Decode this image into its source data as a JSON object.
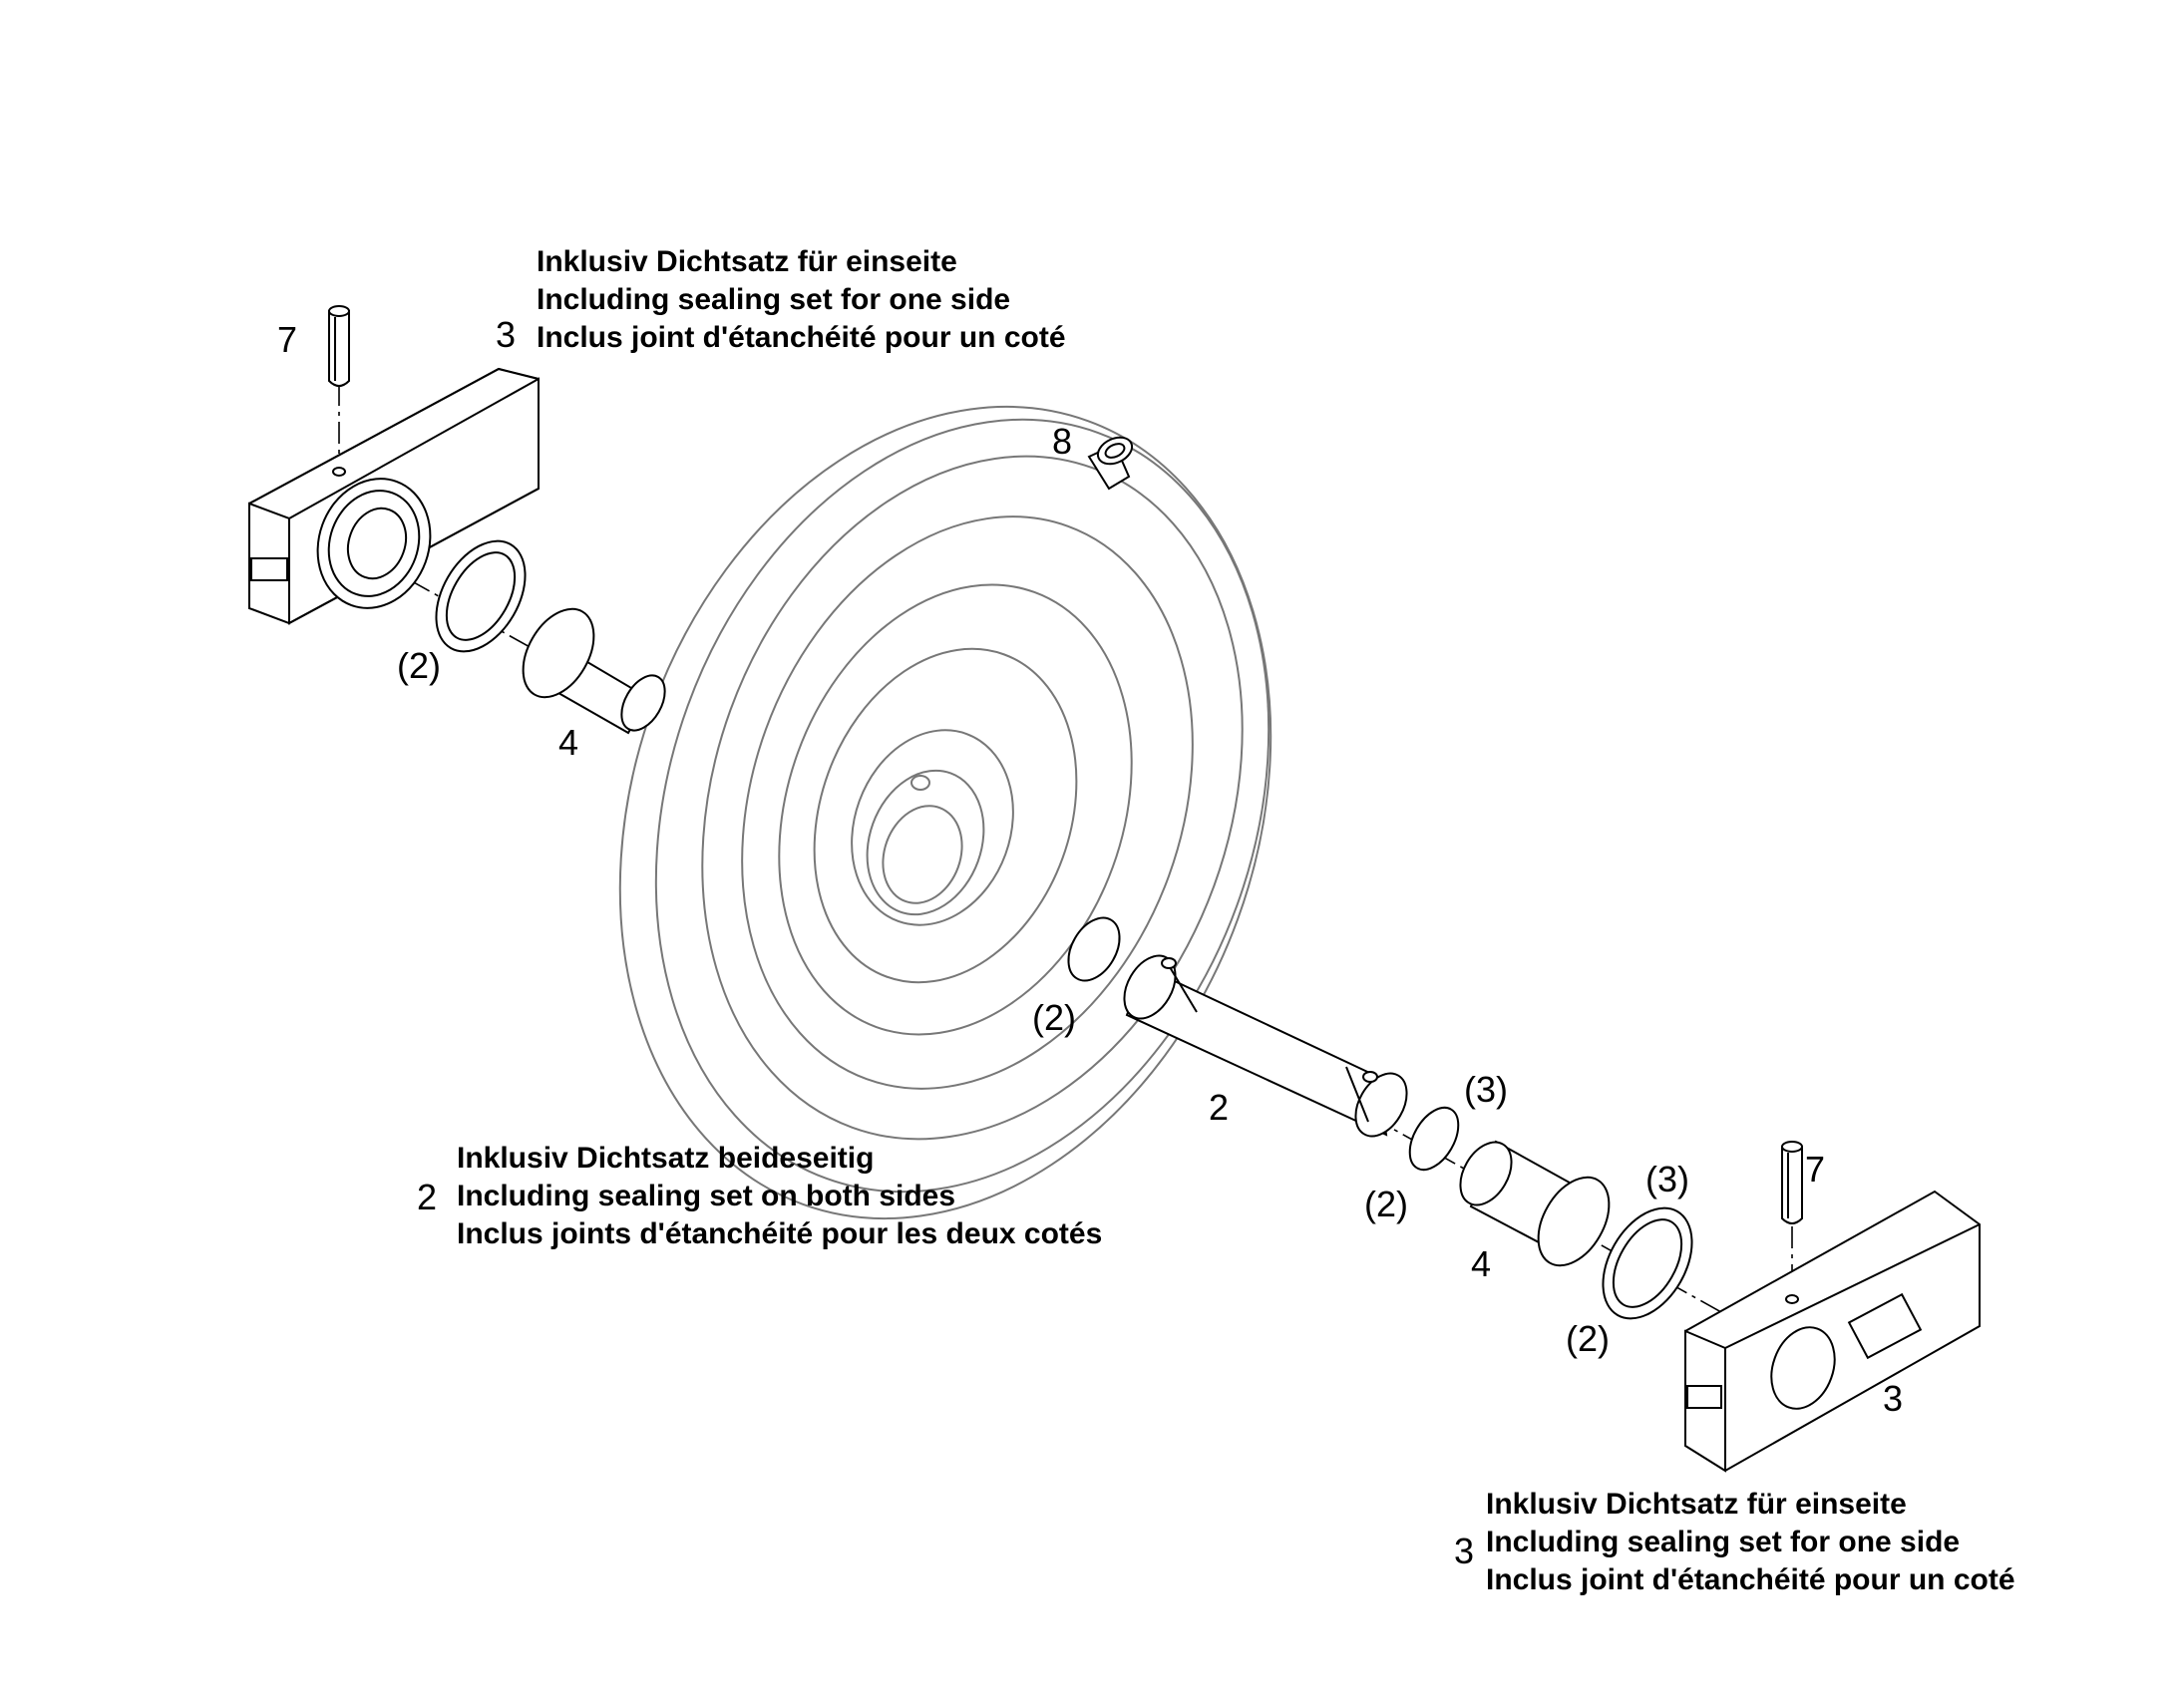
{
  "callouts": {
    "pin_top_left": "7",
    "bolt_top": "8",
    "seal_left": "(2)",
    "bushing_left": "4",
    "oring_mid": "(2)",
    "shaft": "2",
    "oring_right_3": "(3)",
    "oring_right_2": "(2)",
    "seal_right_3": "(3)",
    "bushing_right": "4",
    "seal_right_2": "(2)",
    "pin_right": "7",
    "bracket_right": "3"
  },
  "notes": {
    "top": {
      "number": "3",
      "line1": "Inklusiv Dichtsatz für einseite",
      "line2": "Including sealing set for one side",
      "line3": "Inclus joint d'étanchéité pour un coté"
    },
    "middle": {
      "number": "2",
      "line1": "Inklusiv Dichtsatz beideseitig",
      "line2": "Including sealing set on both sides",
      "line3": "Inclus joints d'étanchéité pour les deux cotés"
    },
    "bottom": {
      "number": "3",
      "line1": "Inklusiv Dichtsatz für einseite",
      "line2": "Including sealing set for one side",
      "line3": "Inclus joint d'étanchéité pour un coté"
    }
  }
}
